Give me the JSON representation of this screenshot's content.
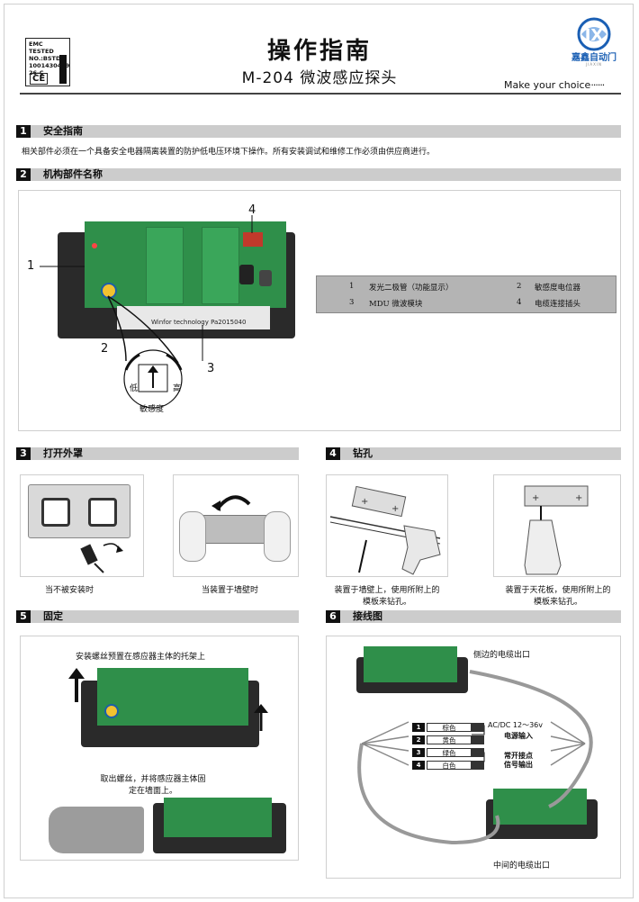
{
  "header": {
    "emc_lines": [
      "EMC TESTED",
      "NO.:BSTDG",
      "1001430419",
      "26-C"
    ],
    "ce_mark": "CE",
    "title": "操作指南",
    "subtitle": "M-204 微波感应探头",
    "slogan": "Make  your choice",
    "brand_name": "嘉鑫自动门",
    "brand_en": "JIAXIN"
  },
  "sections": {
    "s1": {
      "num": "1",
      "title": "安全指南",
      "note": "相关部件必须在一个具备安全电器隔离装置的防护低电压环境下操作。所有安装调试和维修工作必须由供应商进行。"
    },
    "s2": {
      "num": "2",
      "title": "机构部件名称",
      "callouts": [
        "1",
        "2",
        "3",
        "4"
      ],
      "knob_low": "低",
      "knob_high": "高",
      "knob_caption": "敏感度",
      "board_label": "Winfor technology Pa2015040",
      "parts": [
        {
          "n": "1",
          "name": "发光二极管（功能显示）"
        },
        {
          "n": "2",
          "name": "敏感度电位器"
        },
        {
          "n": "3",
          "name": "MDU 微波模块"
        },
        {
          "n": "4",
          "name": "电缆连接插头"
        }
      ]
    },
    "s3": {
      "num": "3",
      "title": "打开外罩",
      "cap_left": "当不被安装时",
      "cap_right": "当装置于墙壁时"
    },
    "s4": {
      "num": "4",
      "title": "钻孔",
      "cap_left": "装置于墙壁上，使用所附上的模板来钻孔。",
      "cap_right": "装置于天花板，使用所附上的模板来钻孔。"
    },
    "s5": {
      "num": "5",
      "title": "固定",
      "top_caption": "安装螺丝预置在感应器主体的托架上",
      "bottom_caption": "取出螺丝，并将感应器主体固定在墙面上。"
    },
    "s6": {
      "num": "6",
      "title": "接线图",
      "side_exit": "侧边的电缆出口",
      "middle_exit": "中间的电缆出口",
      "wires": [
        {
          "n": "1",
          "color": "棕色"
        },
        {
          "n": "2",
          "color": "黄色"
        },
        {
          "n": "3",
          "color": "绿色"
        },
        {
          "n": "4",
          "color": "白色"
        }
      ],
      "power_voltage": "AC/DC 12～36v",
      "power_label": "电源输入",
      "signal_label_1": "常开接点",
      "signal_label_2": "信号输出"
    }
  },
  "colors": {
    "section_bar": "#cccccc",
    "pcb_green": "#2f8f4a",
    "brand_blue": "#1a5fb4"
  }
}
